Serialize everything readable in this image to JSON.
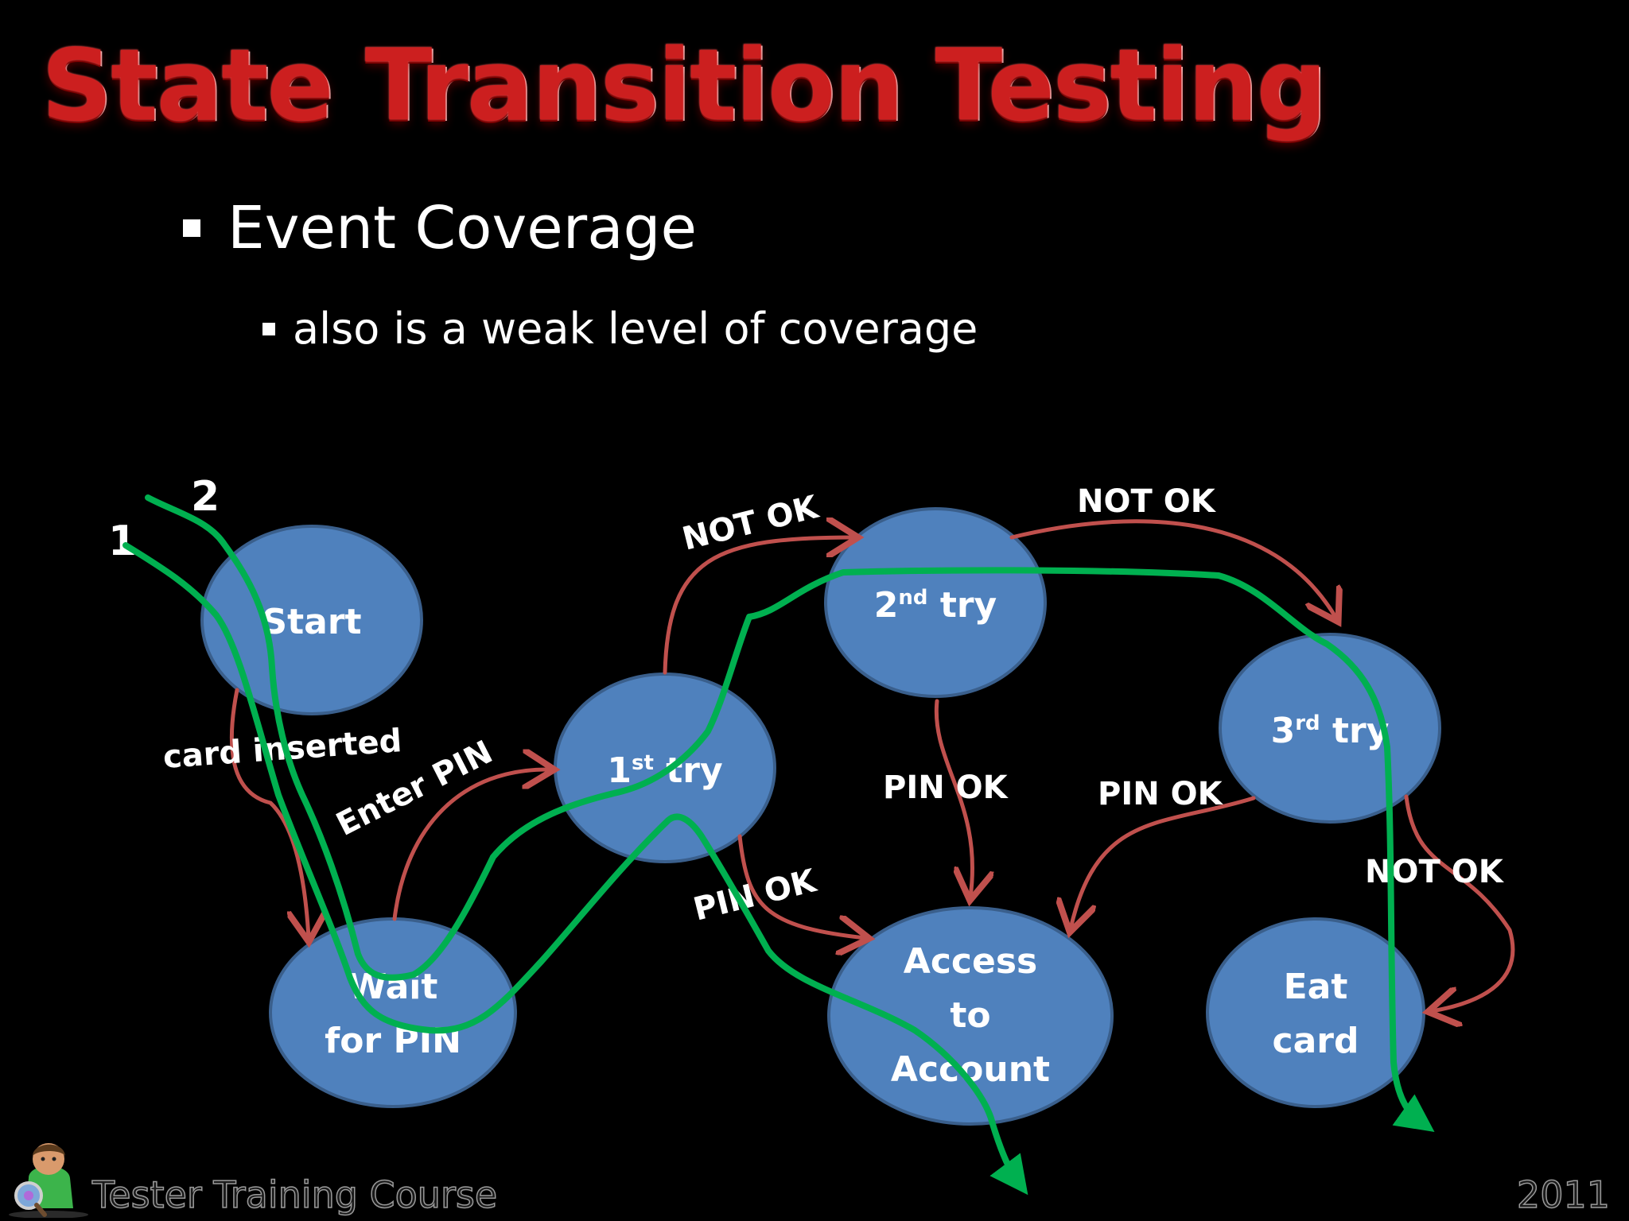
{
  "title": "State Transition Testing",
  "bullets": {
    "level1": "Event Coverage",
    "level2": "also is a weak level of coverage"
  },
  "states": [
    {
      "id": "start",
      "lines": [
        "Start"
      ]
    },
    {
      "id": "wait-for-pin",
      "lines": [
        "Wait",
        "for PIN"
      ]
    },
    {
      "id": "first-try",
      "lines": [
        "1",
        "st",
        " try"
      ]
    },
    {
      "id": "second-try",
      "lines": [
        "2",
        "nd",
        " try"
      ]
    },
    {
      "id": "third-try",
      "lines": [
        "3",
        "rd",
        " try"
      ]
    },
    {
      "id": "access-to-account",
      "lines": [
        "Access",
        "to",
        "Account"
      ]
    },
    {
      "id": "eat-card",
      "lines": [
        "Eat",
        "card"
      ]
    }
  ],
  "transitions": [
    {
      "id": "card-inserted",
      "from": "start",
      "to": "wait-for-pin",
      "label": "card inserted"
    },
    {
      "id": "enter-pin",
      "from": "wait-for-pin",
      "to": "first-try",
      "label": "Enter PIN"
    },
    {
      "id": "not-ok-1",
      "from": "first-try",
      "to": "second-try",
      "label": "NOT OK"
    },
    {
      "id": "pin-ok-1",
      "from": "first-try",
      "to": "access-to-account",
      "label": "PIN OK"
    },
    {
      "id": "not-ok-2",
      "from": "second-try",
      "to": "third-try",
      "label": "NOT OK"
    },
    {
      "id": "pin-ok-2",
      "from": "second-try",
      "to": "access-to-account",
      "label": "PIN OK"
    },
    {
      "id": "pin-ok-3",
      "from": "third-try",
      "to": "access-to-account",
      "label": "PIN OK"
    },
    {
      "id": "not-ok-3",
      "from": "third-try",
      "to": "eat-card",
      "label": "NOT OK"
    }
  ],
  "test_paths": [
    {
      "label": "1"
    },
    {
      "label": "2"
    }
  ],
  "footer": {
    "course": "Tester Training Course",
    "year": "2011"
  },
  "colors": {
    "background": "#000000",
    "title": "#cc1f1f",
    "state_fill": "#4f81bd",
    "state_stroke": "#3a5f8c",
    "transition": "#c0504d",
    "test_path": "#00b050",
    "text": "#ffffff"
  }
}
